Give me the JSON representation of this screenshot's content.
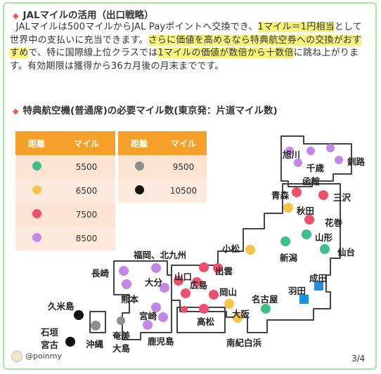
{
  "section1": {
    "title": "JALマイルの活用（出口戦略）"
  },
  "para": {
    "s1": "JALマイルは500マイルからJAL Payポイントへ交換でき、",
    "h1": "1マイル＝1円相当",
    "s2": "として世界中の支払いに充当できます。",
    "h2": "さらに価値を高めるなら特典航空券への交換がおすすめ",
    "s3": "で、特に国際線上位クラスでは",
    "h3": "1マイルの価値が数倍から十数倍",
    "s4": "に跳ね上がります。有効期限は獲得から36カ月後の月末までです。"
  },
  "section2": {
    "title": "特典航空機(普通席)の必要マイル数(東京発：片道マイル数)"
  },
  "table": {
    "col_distance": "距離",
    "col_miles": "マイル",
    "rows": [
      {
        "miles_left": "5500",
        "miles_right": "9500"
      },
      {
        "miles_left": "6500",
        "miles_right": "10500"
      },
      {
        "miles_left": "7500"
      },
      {
        "miles_left": "8500"
      }
    ]
  },
  "colors": {
    "green": "#3cbf8a",
    "yellow": "#f7c24a",
    "red": "#ef4f6a",
    "purple": "#c487e8",
    "gray": "#8f8f8f",
    "black": "#111111",
    "blue": "#1e90e0",
    "accent": "#f4a02a",
    "border": "#a8e8a0"
  },
  "map": {
    "asahikawa": "旭川",
    "kushiro": "釧路",
    "chitose": "千歳",
    "hakodate": "函館",
    "aomori": "青森",
    "misawa": "三沢",
    "akita": "秋田",
    "hanamaki": "花巻",
    "yamagata": "山形",
    "sendai": "仙台",
    "niigata": "新潟",
    "komatsu": "小松",
    "narita": "成田",
    "haneda": "羽田",
    "nagoya": "名古屋",
    "osaka": "大阪",
    "nankishirahama": "南紀白浜",
    "izumo": "出雲",
    "okayama": "岡山",
    "hiroshima": "広島",
    "yamaguchi": "山口",
    "takamatsu": "高松",
    "fukuoka": "福岡、北九州",
    "nagasaki": "長崎",
    "oita": "大分",
    "kumamoto": "熊本",
    "miyazaki": "宮崎",
    "kagoshima": "鹿児島",
    "kumejima": "久米島",
    "ishigaki": "石垣",
    "miyako": "宮古",
    "okinawa": "沖縄",
    "amami": "奄美",
    "oshima": "大島"
  },
  "footer": {
    "handle": "@poinmy",
    "page": "3/4"
  }
}
